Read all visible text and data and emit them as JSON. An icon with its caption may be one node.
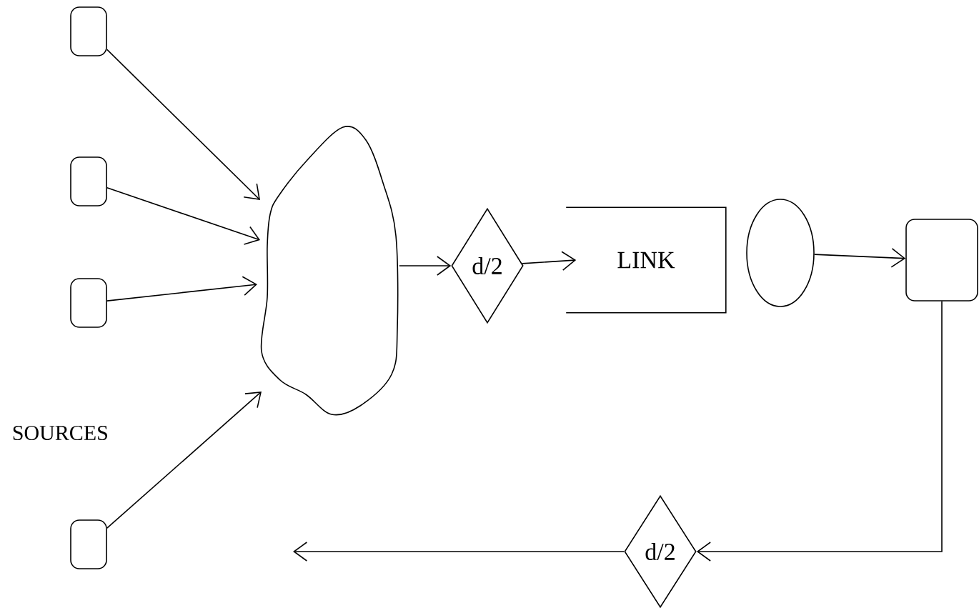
{
  "diagram": {
    "nodes": [
      {
        "text": [],
        "shape": "box"
      },
      {
        "text": [],
        "shape": "box"
      },
      {
        "text": [],
        "shape": "box"
      },
      {
        "text": [],
        "shape": "box"
      },
      {
        "text": [],
        "shape": "cloud"
      },
      {
        "text": [
          "d/2"
        ]
      },
      {
        "text": [
          "LINK"
        ]
      },
      {
        "text": [],
        "shape": "circle"
      },
      {
        "text": [],
        "shape": "box"
      },
      {
        "text": [
          "d/2"
        ]
      }
    ],
    "edges": [
      {
        "from": 0,
        "to": 4,
        "arrow": "to"
      },
      {
        "from": 1,
        "to": 4,
        "arrow": "to"
      },
      {
        "from": 2,
        "to": 4,
        "arrow": "to"
      },
      {
        "from": 3,
        "to": 4,
        "arrow": "to"
      },
      {
        "from": 4,
        "to": 5,
        "arrow": "to"
      },
      {
        "from": 5,
        "to": 6,
        "arrow": "to"
      },
      {
        "from": 7,
        "to": 8,
        "arrow": "to"
      },
      {
        "from": 8,
        "to": 9,
        "arrow": "to"
      },
      {
        "from": 9,
        "to": null,
        "arrow": "to"
      }
    ],
    "labels": [
      "SOURCES"
    ]
  }
}
